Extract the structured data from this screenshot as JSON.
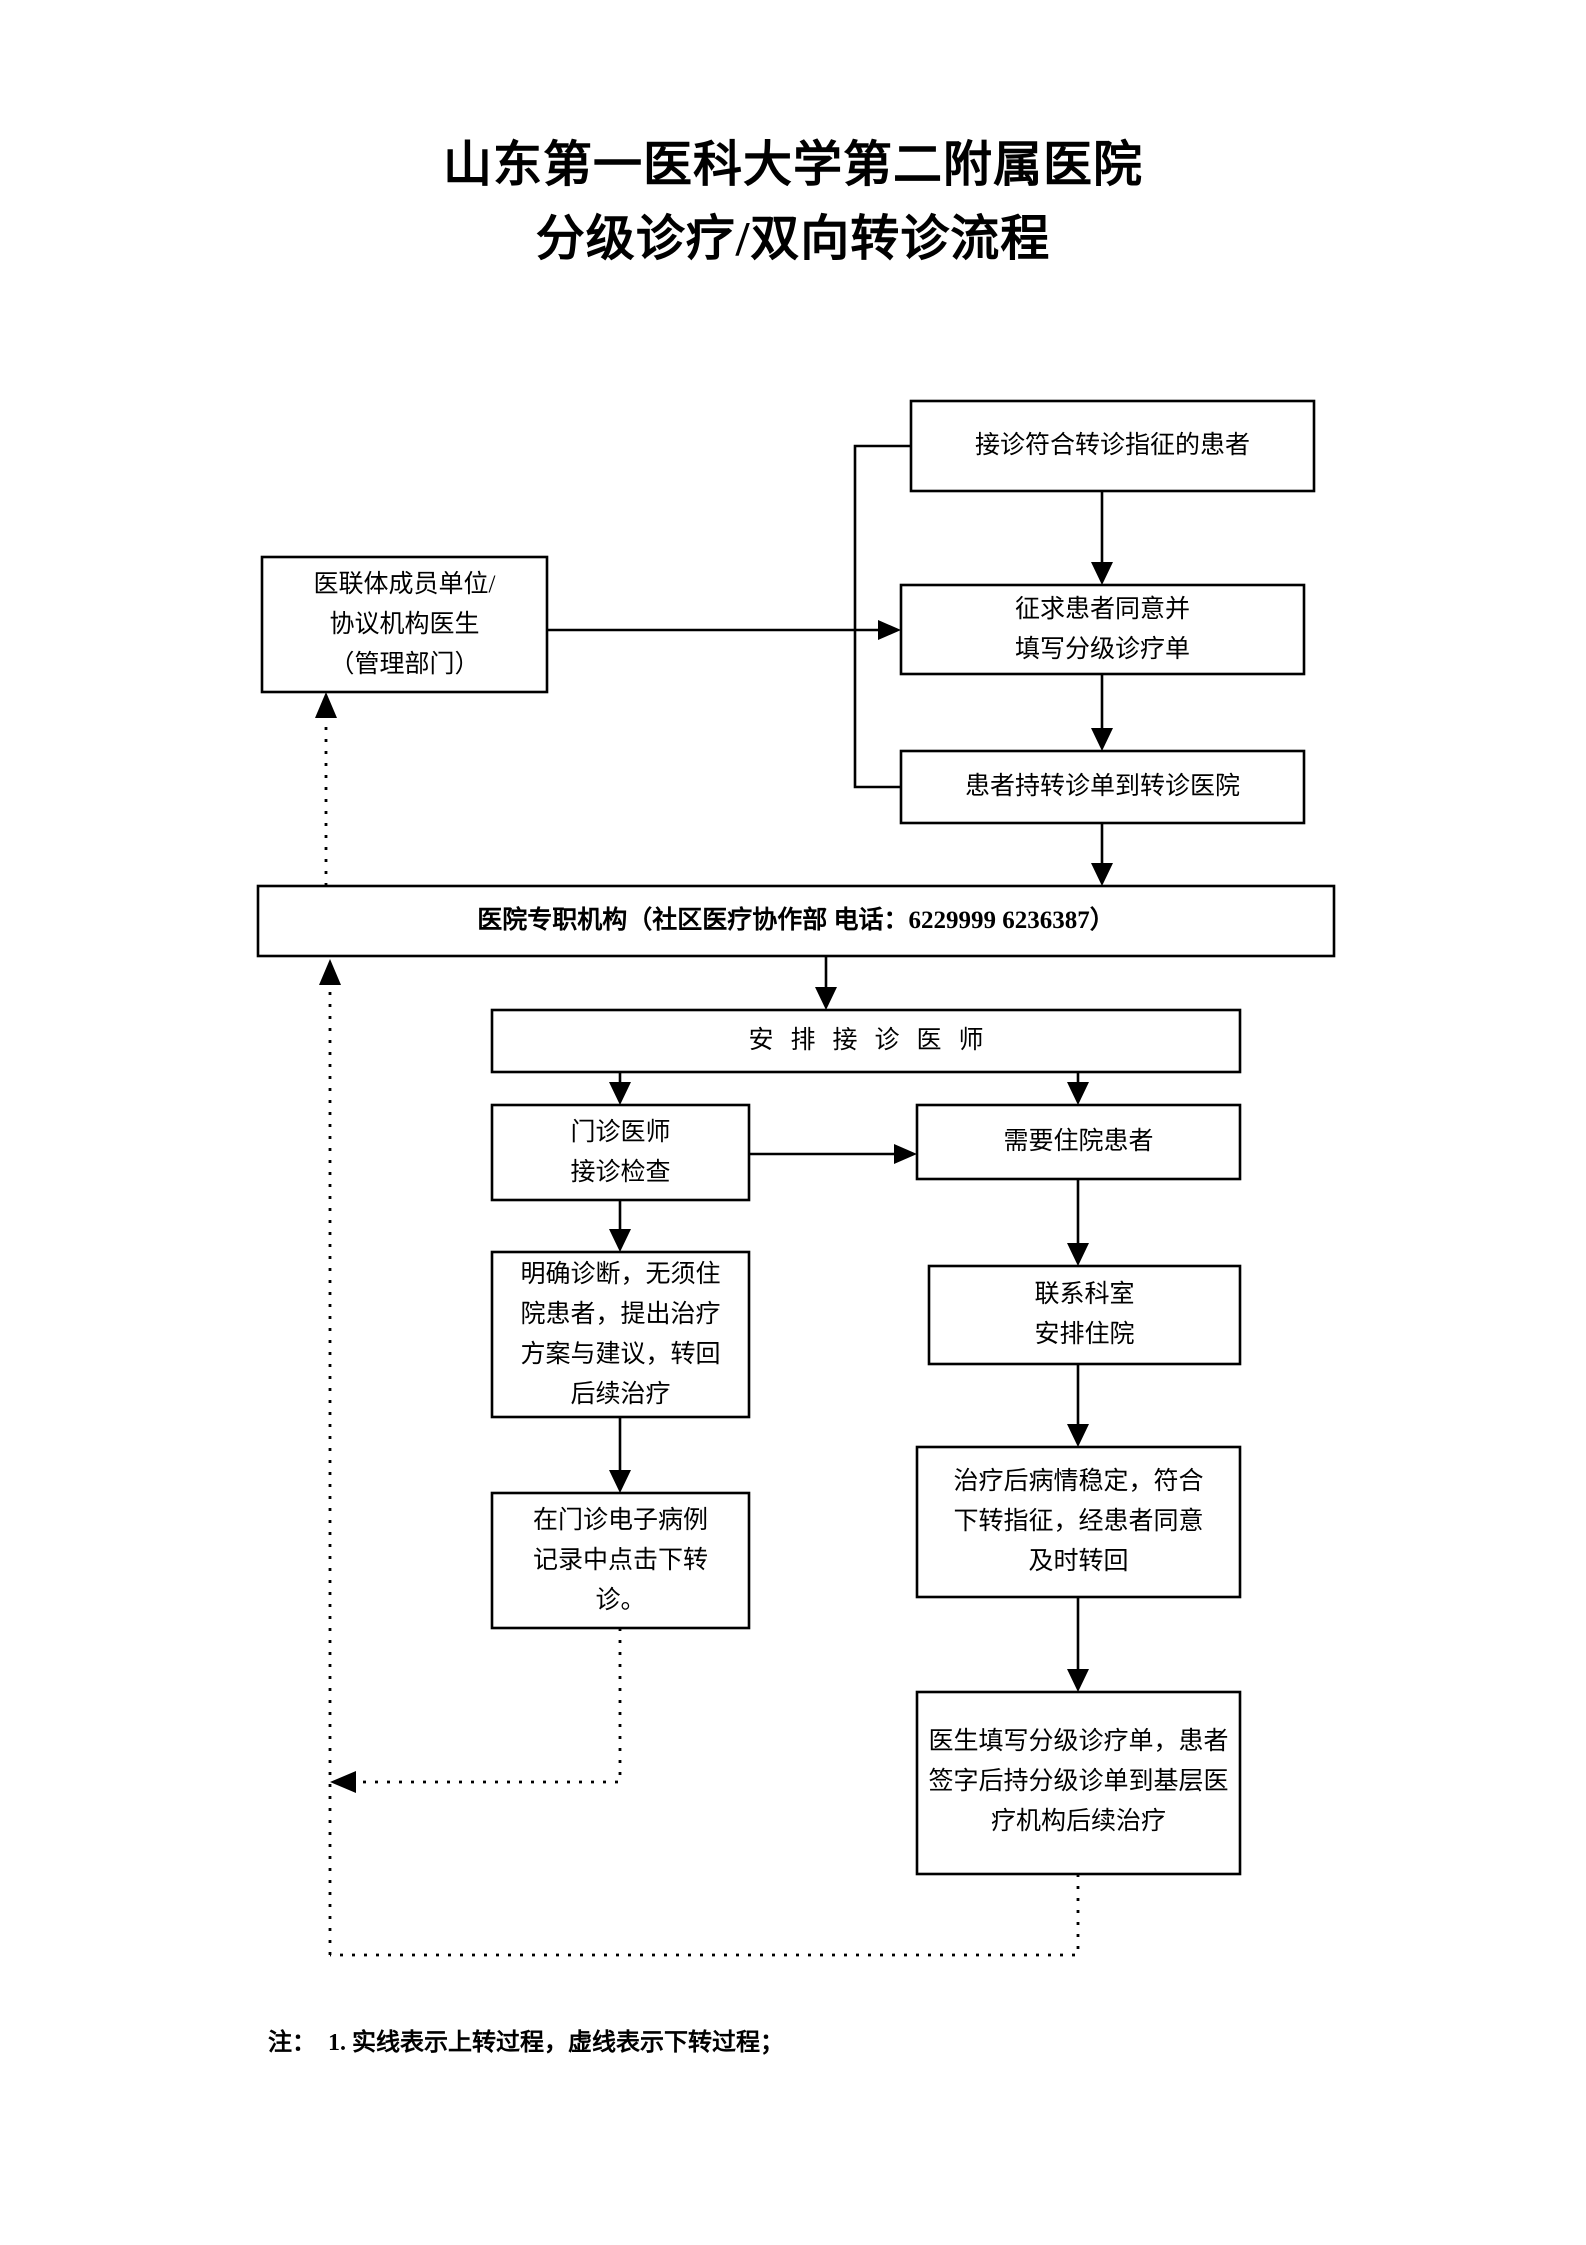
{
  "document": {
    "title_line1": "山东第一医科大学第二附属医院",
    "title_line2": "分级诊疗/双向转诊流程"
  },
  "nodes": {
    "referral_patient": "接诊符合转诊指征的患者",
    "member_unit_line1": "医联体成员单位/",
    "member_unit_line2": "协议机构医生",
    "member_unit_line3": "（管理部门）",
    "consent_line1": "征求患者同意并",
    "consent_line2": "填写分级诊疗单",
    "patient_to_hospital": "患者持转诊单到转诊医院",
    "hospital_office": "医院专职机构（社区医疗协作部 电话：6229999    6236387）",
    "assign_doctor": "安排接诊医师",
    "outpatient_line1": "门诊医师",
    "outpatient_line2": "接诊检查",
    "need_admission": "需要住院患者",
    "no_admission_line1": "明确诊断，无须住",
    "no_admission_line2": "院患者，提出治疗",
    "no_admission_line3": "方案与建议，转回",
    "no_admission_line4": "后续治疗",
    "contact_dept_line1": "联系科室",
    "contact_dept_line2": "安排住院",
    "emr_click_line1": "在门诊电子病例",
    "emr_click_line2": "记录中点击下转",
    "emr_click_line3": "诊。",
    "stable_line1": "治疗后病情稳定，符合",
    "stable_line2": "下转指征，经患者同意",
    "stable_line3": "及时转回",
    "doctor_form_line1": "医生填写分级诊疗单，患者",
    "doctor_form_line2": "签字后持分级诊单到基层医",
    "doctor_form_line3": "疗机构后续治疗"
  },
  "footnote": {
    "text": "注：  1. 实线表示上转过程，虚线表示下转过程；"
  },
  "colors": {
    "ink": "#000000",
    "paper": "#ffffff"
  }
}
